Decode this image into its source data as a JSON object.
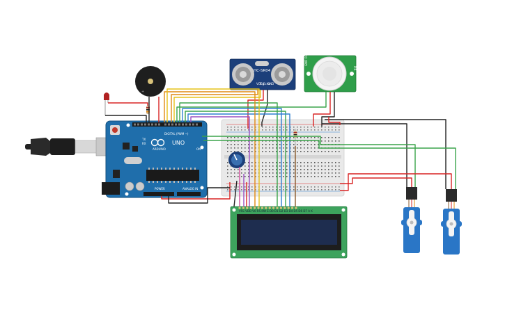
{
  "arduino": {
    "brand": "ARDUINO",
    "model": "UNO",
    "digital_label": "DIGITAL (PWM ~)",
    "power_label": "POWER",
    "analog_label": "ANALOG IN",
    "on_label": "ON",
    "tx_label": "TX",
    "rx_label": "RX"
  },
  "ultrasonic": {
    "model": "HC-SR04",
    "pins": [
      "VCC",
      "Trig",
      "Echo",
      "GND"
    ]
  },
  "pir": {
    "left_label": "GND OUT VCC",
    "right_label": "PIR"
  },
  "lcd": {
    "header_pins": "VSS VDD V0 RS RW E D0 D1 D2 D3 D4 D5 D6 D7 A K"
  },
  "colors": {
    "wire_red": "#d92424",
    "wire_black": "#222222",
    "wire_orange": "#e08a12",
    "wire_yellow": "#e6c21a",
    "wire_green": "#3aa44a",
    "wire_blue": "#2f7fd0",
    "wire_purple": "#9a4fc2",
    "wire_brown": "#8a5a2c",
    "wire_pink": "#d04a9a",
    "arduino_blue": "#1f6eab",
    "sensor_blue": "#1c3f7a",
    "pir_green": "#2f9e4a",
    "lcd_green": "#3da35d",
    "servo_blue": "#2a76c6"
  }
}
